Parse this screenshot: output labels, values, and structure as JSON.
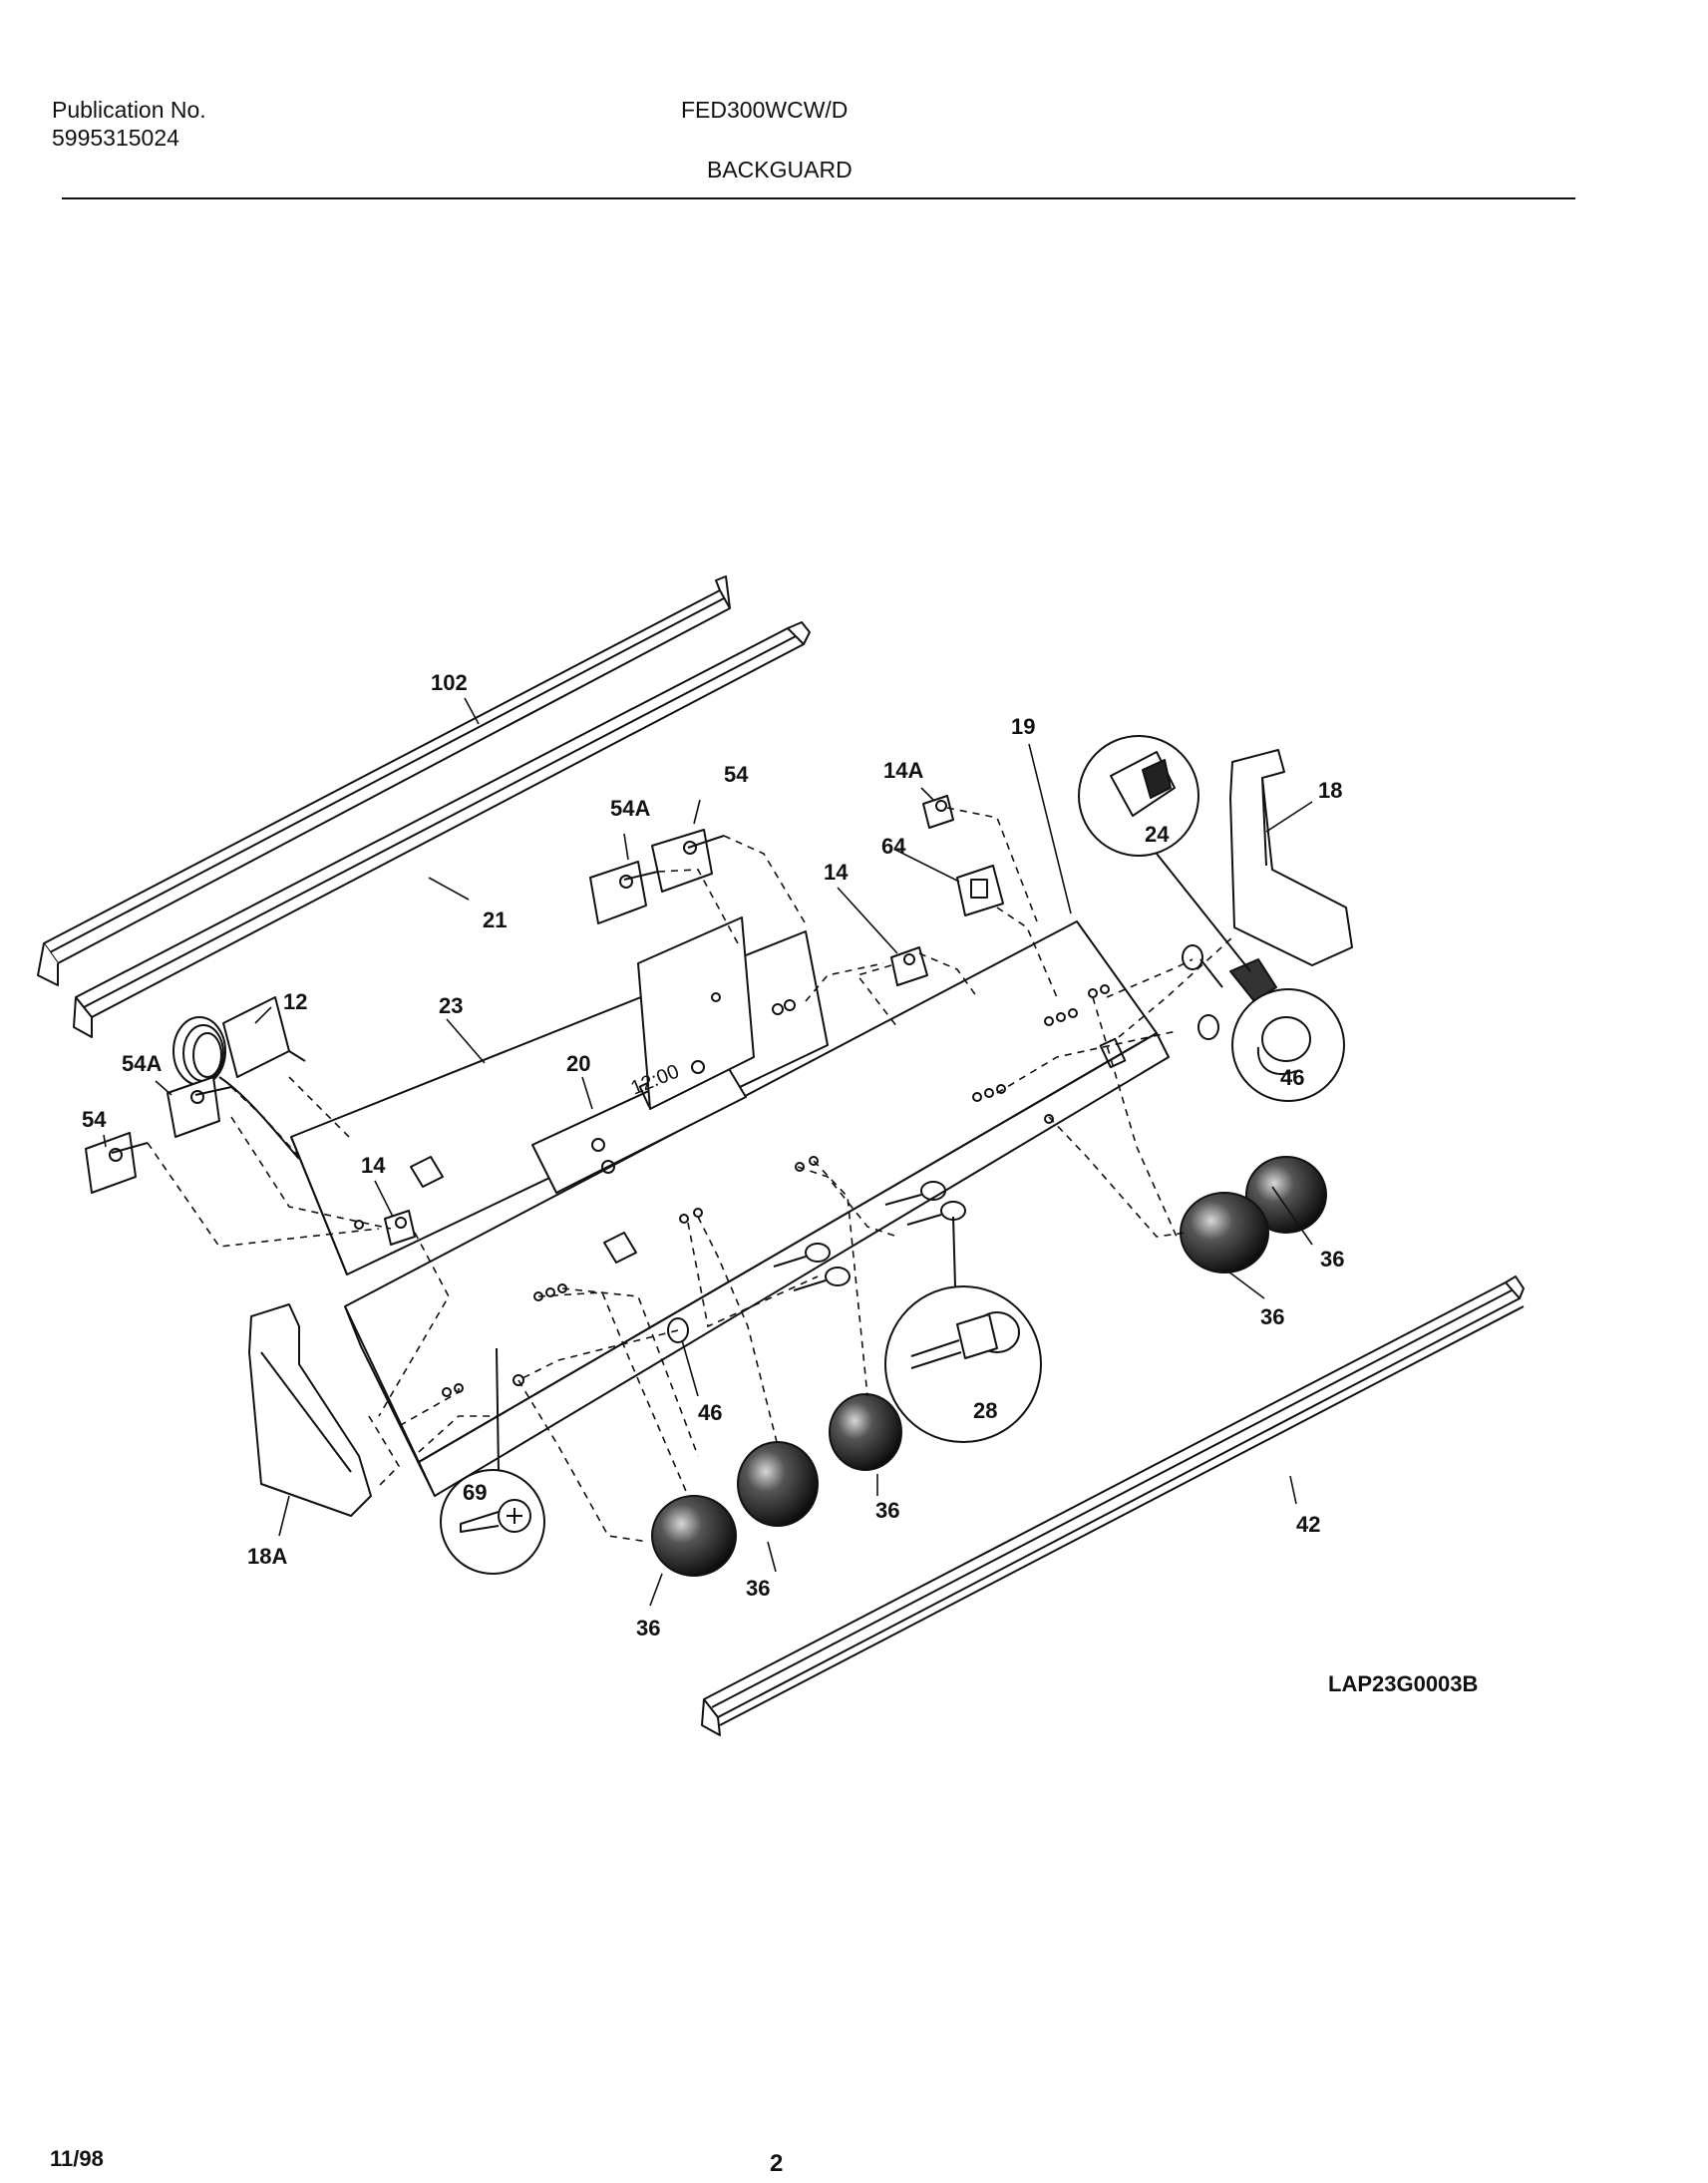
{
  "header": {
    "publication_label": "Publication No.",
    "publication_number": "5995315024",
    "model": "FED300WCW/D",
    "section": "BACKGUARD"
  },
  "diagram": {
    "code": "LAP23G0003B",
    "clock_display": "12:00",
    "parts": {
      "p102": "102",
      "p21": "21",
      "p19": "19",
      "p18": "18",
      "p24": "24",
      "p14A": "14A",
      "p54_top": "54",
      "p54A_top": "54A",
      "p64": "64",
      "p14_top": "14",
      "p12": "12",
      "p23": "23",
      "p20": "20",
      "p54A_left": "54A",
      "p54_left": "54",
      "p14_left": "14",
      "p46_circle": "46",
      "p36_a": "36",
      "p36_b": "36",
      "p28": "28",
      "p46_small": "46",
      "p69": "69",
      "p18A": "18A",
      "p36_c": "36",
      "p36_d": "36",
      "p36_e": "36",
      "p42": "42"
    }
  },
  "footer": {
    "date": "11/98",
    "page": "2"
  }
}
